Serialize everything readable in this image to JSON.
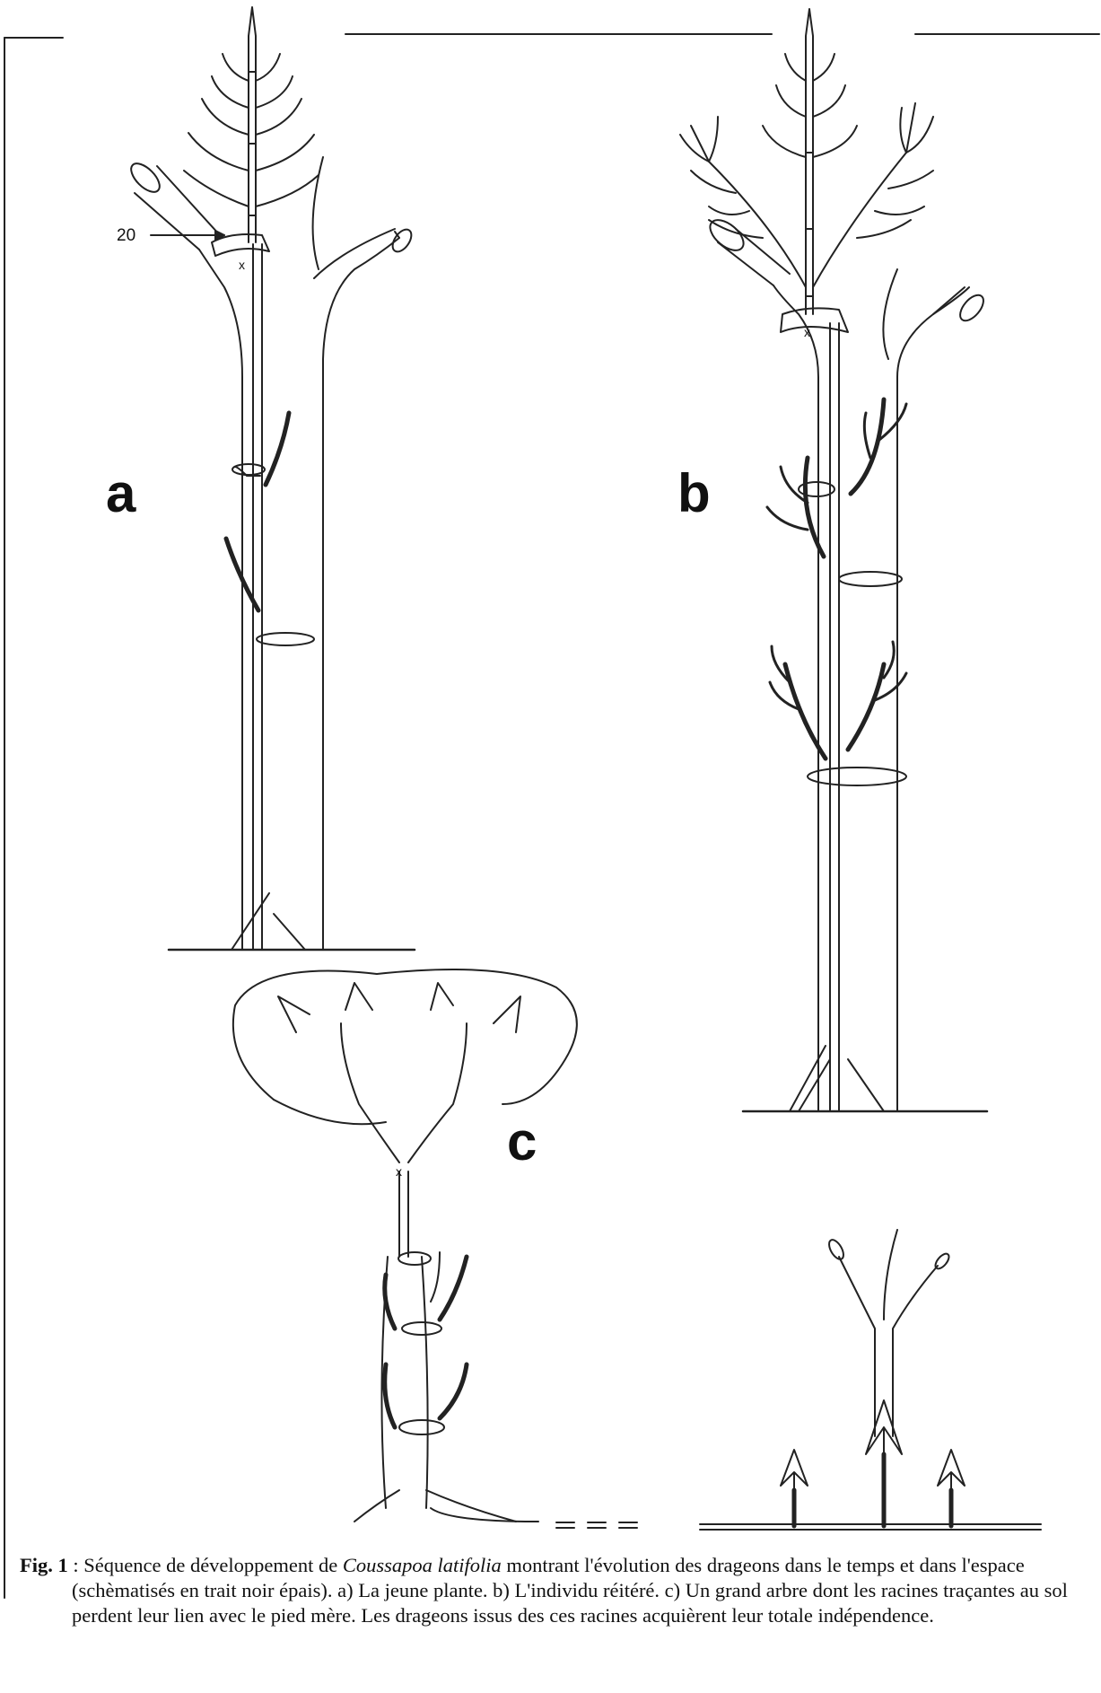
{
  "figure": {
    "panels": [
      {
        "letter": "a",
        "description_label": "20",
        "marker": "x"
      },
      {
        "letter": "b",
        "marker": "x"
      },
      {
        "letter": "c",
        "marker": "x"
      }
    ]
  },
  "caption": {
    "label": "Fig. 1",
    "text_before": " : Séquence de développement de ",
    "species": "Coussapoa latifolia",
    "text_after": " montrant l'évolution des drageons dans le temps et dans l'espace (schèmatisés en trait noir épais). a) La jeune plante. b) L'individu réitéré. c) Un grand arbre dont les racines traçantes au sol perdent leur lien avec le pied mère. Les drageons issus des ces racines acquièrent leur totale indépendence."
  }
}
